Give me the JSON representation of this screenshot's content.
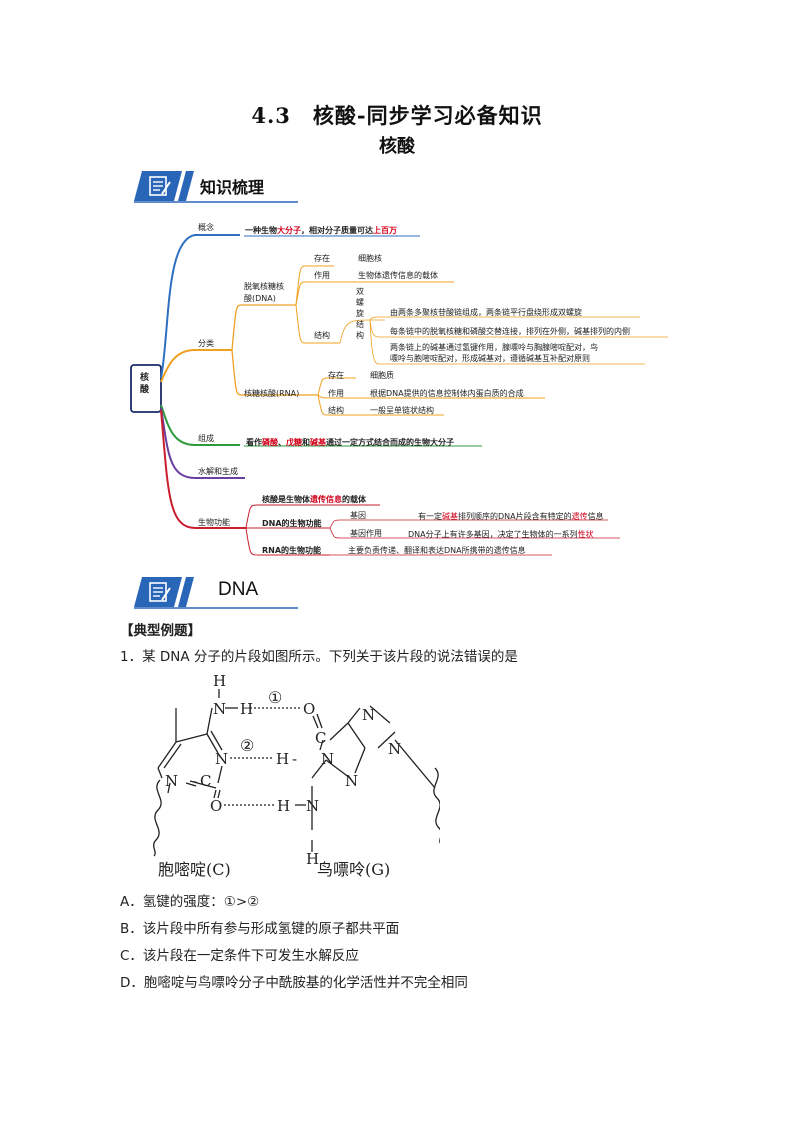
{
  "header": {
    "title": "4.3　核酸-同步学习必备知识",
    "subtitle": "核酸"
  },
  "section1": {
    "title": "知识梳理"
  },
  "mindmap": {
    "root": "核酸",
    "concept": {
      "label": "概念",
      "text_a": "一种生物",
      "text_b": "大分子",
      "text_c": "，相对分子质量可达",
      "text_d": "上百万"
    },
    "classification": {
      "label": "分类",
      "dna": {
        "label_1": "脱氧核糖核",
        "label_2": "酸(DNA)",
        "exist_label": "存在",
        "exist_value": "细胞核",
        "function_label": "作用",
        "function_value": "生物体遗传信息的载体",
        "structure_label": "结构",
        "double_helix": [
          "双",
          "螺",
          "旋",
          "结",
          "构"
        ],
        "structure_points": [
          "由两条多聚核苷酸链组成，两条链平行盘绕形成双螺旋",
          "每条链中的脱氧核糖和磷酸交替连接，排列在外侧，碱基排列的内侧",
          "两条链上的碱基通过氢键作用，腺嘌呤与胸腺嘧啶配对，鸟",
          "嘌呤与胞嘧啶配对，形成碱基对，遵循碱基互补配对原则"
        ]
      },
      "rna": {
        "label": "核糖核酸(RNA)",
        "exist_label": "存在",
        "exist_value": "细胞质",
        "function_label": "作用",
        "function_value": "根据DNA提供的信息控制体内蛋白质的合成",
        "structure_label": "结构",
        "structure_value": "一般呈单链状结构"
      }
    },
    "composition": {
      "label": "组成",
      "p1": "看作",
      "p2": "磷酸",
      "p3": "、",
      "p4": "戊糖",
      "p5": "和",
      "p6": "碱基",
      "p7": "通过一定方式结合而成的生物大分子"
    },
    "hydrolysis": {
      "label": "水解和生成"
    },
    "bio_function": {
      "label": "生物功能",
      "carrier_a": "核酸是生物体",
      "carrier_b": "遗传信息",
      "carrier_c": "的载体",
      "dna_function": "DNA的生物功能",
      "gene_label": "基因",
      "gene_a": "有一定",
      "gene_b": "碱基",
      "gene_c": "排列顺序的DNA片段含有特定的",
      "gene_d": "遗传",
      "gene_e": "信息",
      "gene_role_label": "基因作用",
      "gene_role_a": "DNA分子上有许多基因，决定了生物体的一系列",
      "gene_role_b": "性状",
      "rna_function": "RNA的生物功能",
      "rna_function_value": "主要负责传递、翻译和表达DNA所携带的遗传信息"
    }
  },
  "section2": {
    "title": "DNA"
  },
  "example": {
    "heading": "【典型例题】",
    "question": "1．某 DNA 分子的片段如图所示。下列关于该片段的说法错误的是",
    "figure": {
      "atoms": {
        "H": "H",
        "N": "N",
        "O": "O",
        "C": "C"
      },
      "bond1": "①",
      "bond2": "②",
      "left_name": "胞嘧啶(C)",
      "right_name": "鸟嘌呤(G)"
    },
    "options": [
      "A．氢键的强度：①>②",
      "B．该片段中所有参与形成氢键的原子都共平面",
      "C．该片段在一定条件下可发生水解反应",
      "D．胞嘧啶与鸟嘌呤分子中酰胺基的化学活性并不完全相同"
    ]
  },
  "colors": {
    "blue": "#2f6fc0",
    "orange": "#f0a020",
    "green": "#2e9a3c",
    "purple": "#6a3fa0",
    "red": "#c81e2d",
    "banner": "#2a66b8"
  }
}
